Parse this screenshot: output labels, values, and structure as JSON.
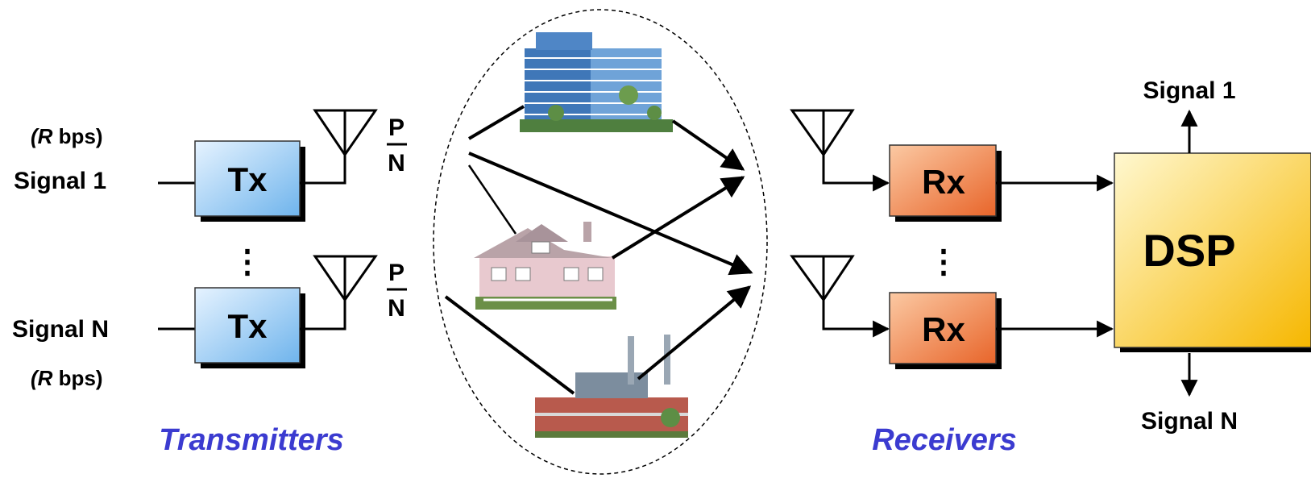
{
  "transmitters": {
    "group_label": "Transmitters",
    "box_label": "Tx",
    "inputs": [
      {
        "signal": "Signal 1",
        "rate_prefix": "(",
        "rate_var": "R",
        "rate_suffix": " bps)"
      },
      {
        "signal": "Signal N",
        "rate_prefix": "(",
        "rate_var": "R",
        "rate_suffix": " bps)"
      }
    ],
    "power_numerator": "P",
    "power_denominator": "N",
    "ellipsis": "⋮"
  },
  "channel": {
    "scatterers": [
      "office-building",
      "house",
      "factory"
    ]
  },
  "receivers": {
    "group_label": "Receivers",
    "box_label": "Rx",
    "ellipsis": "⋮"
  },
  "dsp": {
    "label": "DSP",
    "output_top": "Signal 1",
    "output_bottom": "Signal N"
  },
  "colors": {
    "tx_fill": "#aad4f5",
    "rx_fill": "#f08a4b",
    "dsp_fill": "#ffcc33",
    "group_label": "#3b3bd0"
  }
}
